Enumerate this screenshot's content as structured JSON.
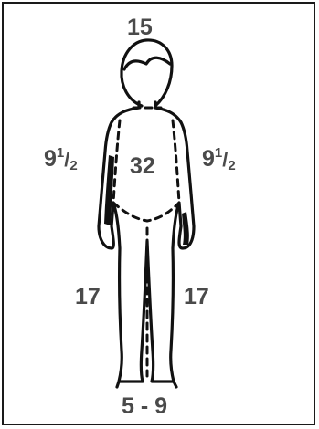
{
  "labels": {
    "head": "15",
    "left_arm": {
      "whole": "9",
      "num": "1",
      "den": "2"
    },
    "right_arm": {
      "whole": "9",
      "num": "1",
      "den": "2"
    },
    "trunk": "32",
    "left_leg": "17",
    "right_leg": "17",
    "age_range": "5 - 9"
  },
  "colors": {
    "label": "#4a4a4a",
    "outline": "#111111"
  }
}
